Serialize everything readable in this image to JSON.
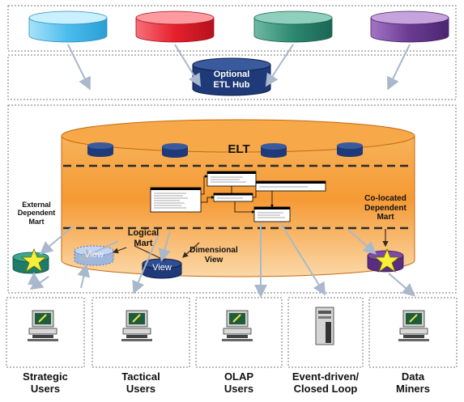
{
  "colors": {
    "source_1": "#5bc4ef",
    "source_2": "#ec2734",
    "source_3": "#2f8a73",
    "source_4": "#6b3a90",
    "hub": "#1f3a78",
    "warehouse": "#f39a3a",
    "dark_db": "#1f3a78",
    "star": "#f7f03a",
    "external_mart": "#1d7d6a",
    "colocated_mart": "#5a2d82"
  },
  "hub": {
    "label": "Optional\nETL Hub"
  },
  "warehouse": {
    "label": "ELT"
  },
  "marts": {
    "external": "External\nDependent\nMart",
    "logical": "Logical\nMart",
    "dimensional": "Dimensional\nView",
    "colocated": "Co-located\nDependent\nMart",
    "view_text_1": "View",
    "view_text_2": "View"
  },
  "users": [
    {
      "label": "Strategic\nUsers",
      "icon": "computer-workstation-icon"
    },
    {
      "label": "Tactical\nUsers",
      "icon": "computer-workstation-icon"
    },
    {
      "label": "OLAP\nUsers",
      "icon": "computer-workstation-icon"
    },
    {
      "label": "Event-driven/\nClosed Loop",
      "icon": "server-tower-icon"
    },
    {
      "label": "Data\nMiners",
      "icon": "computer-workstation-icon"
    }
  ]
}
